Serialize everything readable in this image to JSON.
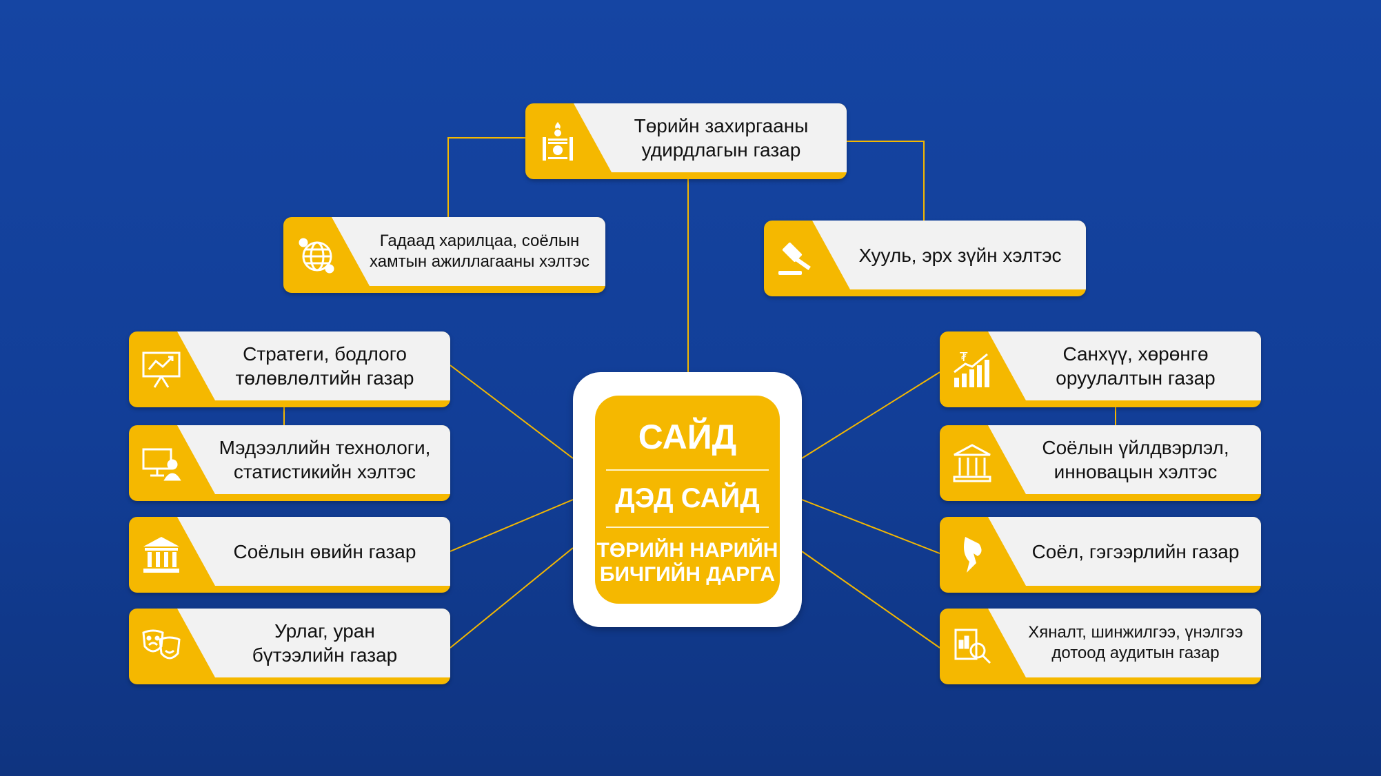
{
  "center": {
    "line1": "САЙД",
    "line2": "ДЭД САЙД",
    "line3a": "ТӨРИЙН НАРИЙН",
    "line3b": "БИЧГИЙН ДАРГА"
  },
  "nodes": {
    "top": "Төрийн захиргааны\nудирдлагын газар",
    "foreign": "Гадаад харилцаа, соёлын\nхамтын ажиллагааны хэлтэс",
    "law": "Хууль, эрх зүйн хэлтэс",
    "strategy": "Стратеги, бодлого\nтөлөвлөлтийн газар",
    "it": "Мэдээллийн технологи,\nстатистикийн хэлтэс",
    "heritage": "Соёлын өвийн газар",
    "arts": "Урлаг, уран\nбүтээлийн газар",
    "finance": "Санхүү, хөрөнгө\nоруулалтын газар",
    "industry": "Соёлын үйлдвэрлэл,\nинновацын хэлтэс",
    "culture": "Соёл, гэгээрлийн газар",
    "audit": "Хяналт, шинжилгээ, үнэлгээ\nдотоод аудитын газар"
  },
  "icons": {
    "top": "soyombo-icon",
    "foreign": "globe-people-icon",
    "law": "gavel-icon",
    "strategy": "strategy-board-icon",
    "it": "computer-user-icon",
    "heritage": "museum-icon",
    "arts": "theater-masks-icon",
    "finance": "growth-chart-icon",
    "industry": "building-icon",
    "culture": "horse-head-icon",
    "audit": "report-magnifier-icon"
  },
  "colors": {
    "accent": "#f5b800",
    "background": "#1545a3",
    "panel": "#f2f2f2",
    "center_box": "#ffffff"
  }
}
